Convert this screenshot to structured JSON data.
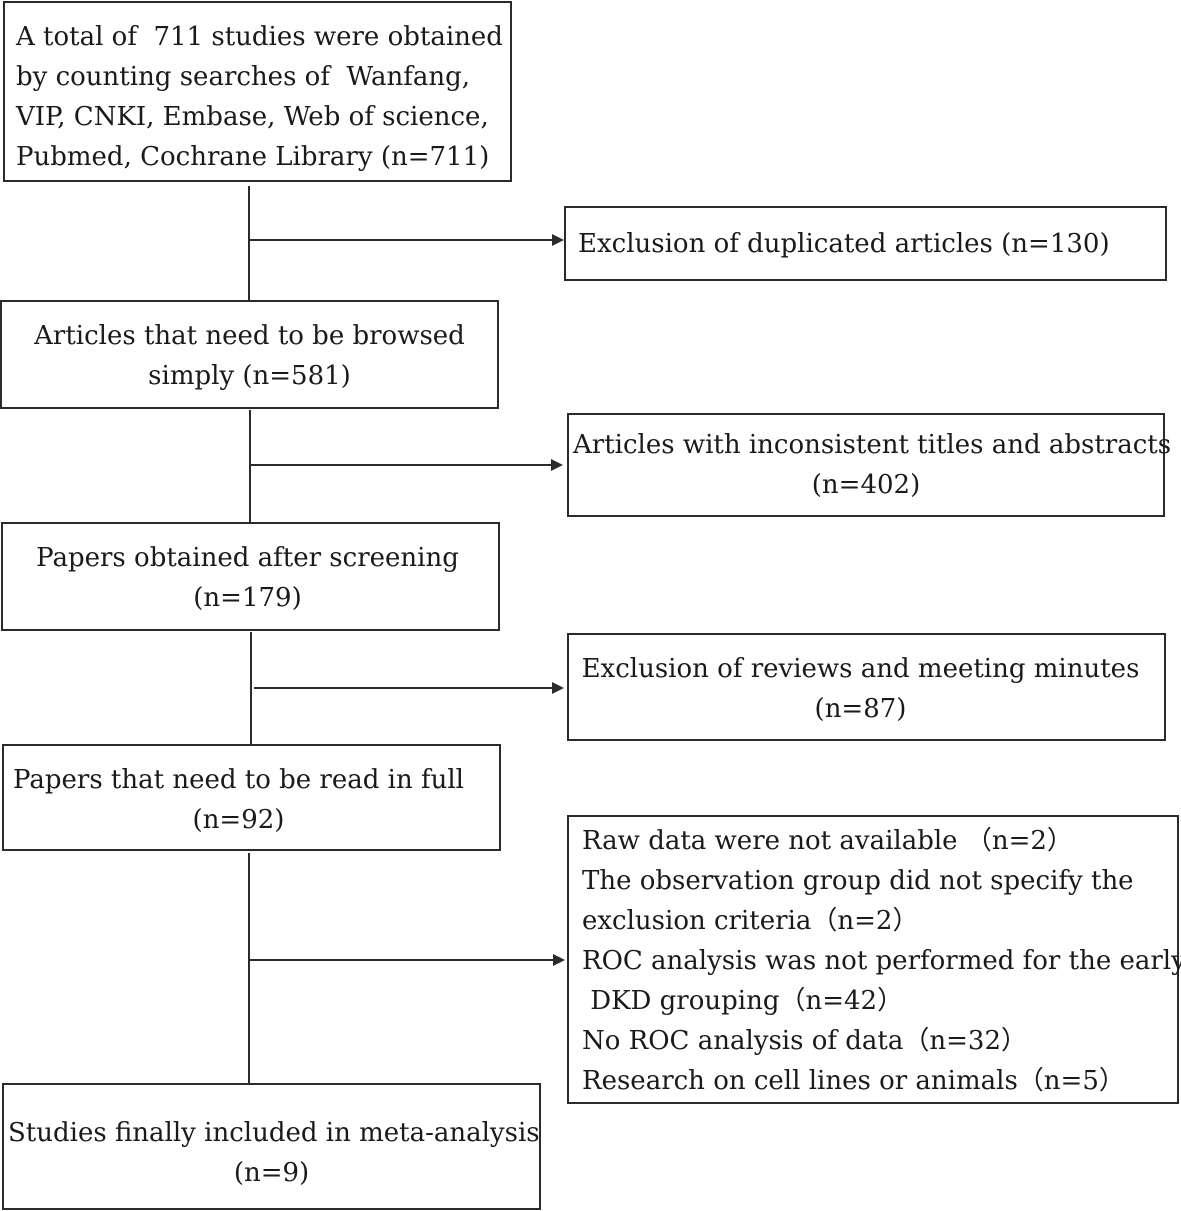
{
  "boxes": {
    "search": [
      "A total of  711 studies were obtained",
      "by counting searches of  Wanfang,",
      "VIP, CNKI, Embase, Web of science,",
      "Pubmed, Cochrane Library (n=711)"
    ],
    "browse": [
      "Articles that need to be browsed",
      "simply (n=581)"
    ],
    "screened": [
      "Papers obtained after screening",
      "(n=179)"
    ],
    "fulltext": [
      "Papers that need to be read in full",
      "(n=92)"
    ],
    "included": [
      "Studies finally included in meta-analysis",
      "(n=9)"
    ]
  },
  "exclusions": {
    "duplicates": [
      "Exclusion of duplicated articles (n=130)"
    ],
    "titles": [
      "Articles with inconsistent titles and abstracts",
      "(n=402)"
    ],
    "reviews": [
      "Exclusion of reviews and meeting minutes",
      "(n=87)"
    ],
    "fulltext_reasons": [
      "Raw data were not available （n=2）",
      "The observation group did not specify the",
      "exclusion criteria（n=2）",
      "ROC analysis was not performed for the early",
      " DKD grouping（n=42）",
      "No ROC analysis of data（n=32）",
      "Research on cell lines or animals（n=5）"
    ]
  }
}
